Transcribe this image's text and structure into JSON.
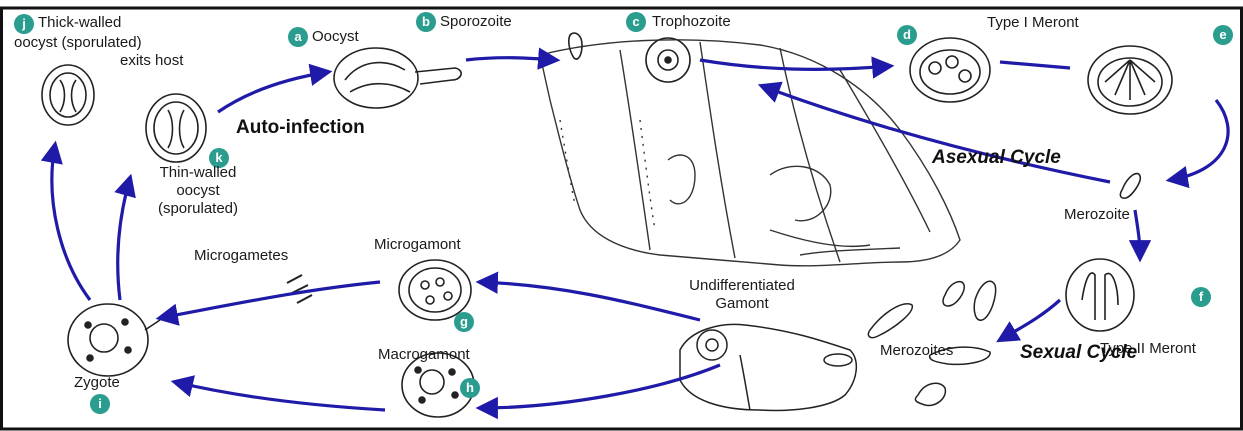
{
  "colors": {
    "arrow": "#1f1aa8",
    "badge": "#2a9d8f",
    "ink": "#222222",
    "frame": "#111111"
  },
  "stages": {
    "a": {
      "letter": "a",
      "label": "Oocyst"
    },
    "b": {
      "letter": "b",
      "label": "Sporozoite"
    },
    "c": {
      "letter": "c",
      "label": "Trophozoite"
    },
    "d": {
      "letter": "d"
    },
    "d_e_label": "Type I Meront",
    "e": {
      "letter": "e"
    },
    "f": {
      "letter": "f",
      "label": "Type II Meront"
    },
    "g": {
      "letter": "g",
      "label": "Microgamont"
    },
    "h": {
      "letter": "h",
      "label": "Macrogamont"
    },
    "i": {
      "letter": "i",
      "label": "Zygote"
    },
    "j": {
      "letter": "j",
      "label_line1": "Thick-walled",
      "label_line2": "oocyst (sporulated)",
      "label_line3": "exits host"
    },
    "k": {
      "letter": "k",
      "label_line1": "Thin-walled",
      "label_line2": "oocyst",
      "label_line3": "(sporulated)"
    }
  },
  "labels": {
    "merozoite": "Merozoite",
    "merozoites": "Merozoites",
    "microgametes": "Microgametes",
    "undiff_line1": "Undifferentiated",
    "undiff_line2": "Gamont"
  },
  "cycles": {
    "auto_infection": "Auto-infection",
    "asexual": "Asexual Cycle",
    "sexual": "Sexual Cycle"
  }
}
